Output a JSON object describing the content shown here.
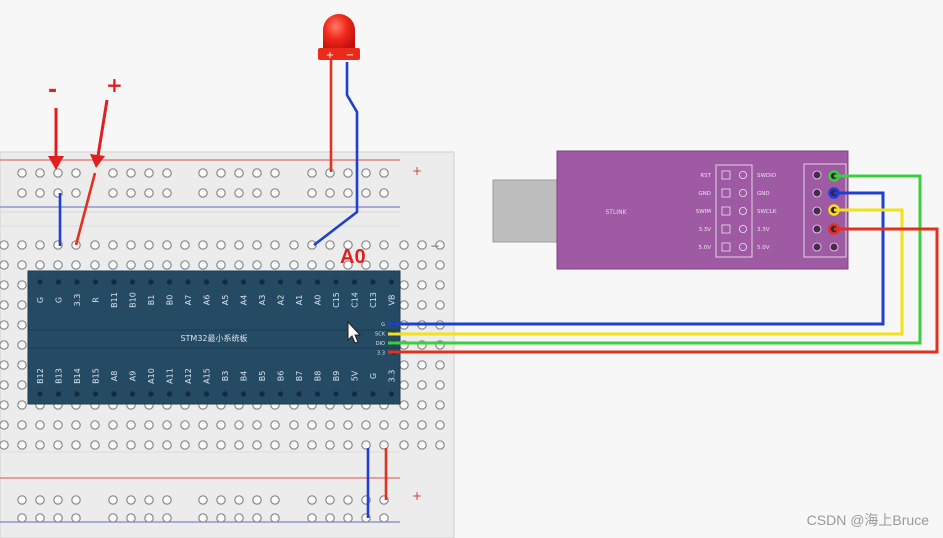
{
  "annotations": {
    "minus": "-",
    "plus": "+",
    "pin": "A0"
  },
  "rail_labels": {
    "plus": "+",
    "minus": "−"
  },
  "stm32": {
    "title": "STM32最小系统板",
    "top_pins": [
      "G",
      "G",
      "3.3",
      "R",
      "B11",
      "B10",
      "B1",
      "B0",
      "A7",
      "A6",
      "A5",
      "A4",
      "A3",
      "A2",
      "A1",
      "A0",
      "C15",
      "C14",
      "C13",
      "VB"
    ],
    "bottom_pins": [
      "B12",
      "B13",
      "B14",
      "B15",
      "A8",
      "A9",
      "A10",
      "A11",
      "A12",
      "A15",
      "B3",
      "B4",
      "B5",
      "B6",
      "B7",
      "B8",
      "B9",
      "5V",
      "G",
      "3.3"
    ],
    "side_pins": [
      "G",
      "SCK",
      "DIO",
      "3.3"
    ]
  },
  "stlink": {
    "name": "STLINK",
    "left_pins": [
      "RST",
      "GND",
      "SWIM",
      "3.3V",
      "5.0V"
    ],
    "right_pins": [
      "SWDIO",
      "GND",
      "SWCLK",
      "3.3V",
      "5.0V"
    ]
  },
  "wire_colors": {
    "blue": "#1f3fd0",
    "red": "#e0321c",
    "green": "#3ccf3c",
    "yellow": "#f2e21a",
    "annotation": "#e02020"
  },
  "watermark": "CSDN @海上Bruce"
}
